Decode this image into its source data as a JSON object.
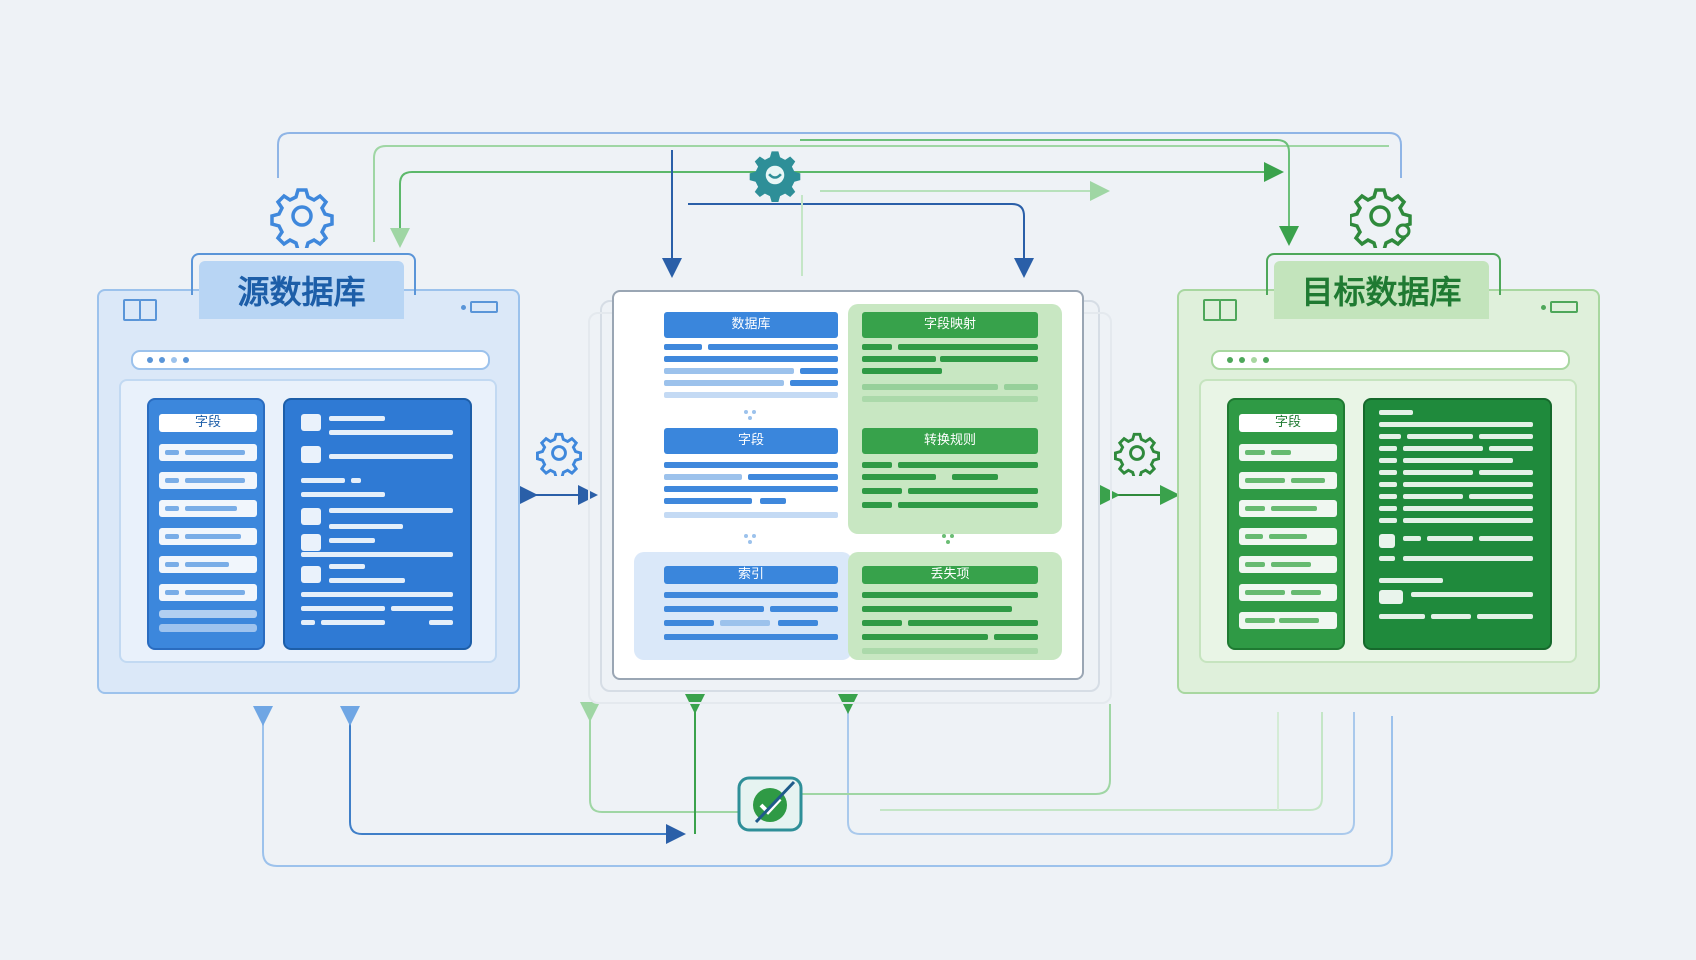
{
  "diagram": {
    "source_db": {
      "title": "源数据库",
      "field_header": "字段"
    },
    "target_db": {
      "title": "目标数据库",
      "field_header": "字段"
    },
    "mapping_panel": {
      "cells": [
        {
          "label": "数据库"
        },
        {
          "label": "字段映射"
        },
        {
          "label": "字段"
        },
        {
          "label": "转换规则"
        },
        {
          "label": "索引"
        },
        {
          "label": "丢失项"
        }
      ]
    },
    "colors": {
      "source_accent": "#2f7ad4",
      "target_accent": "#2f9a45",
      "gear_teal": "#2e8f98",
      "arrow_blue": "#2a5fa8",
      "arrow_green": "#3aa24c"
    },
    "icons": [
      "gear-icon",
      "verify-check-icon",
      "window-icon",
      "bidirectional-arrow-icon"
    ]
  }
}
